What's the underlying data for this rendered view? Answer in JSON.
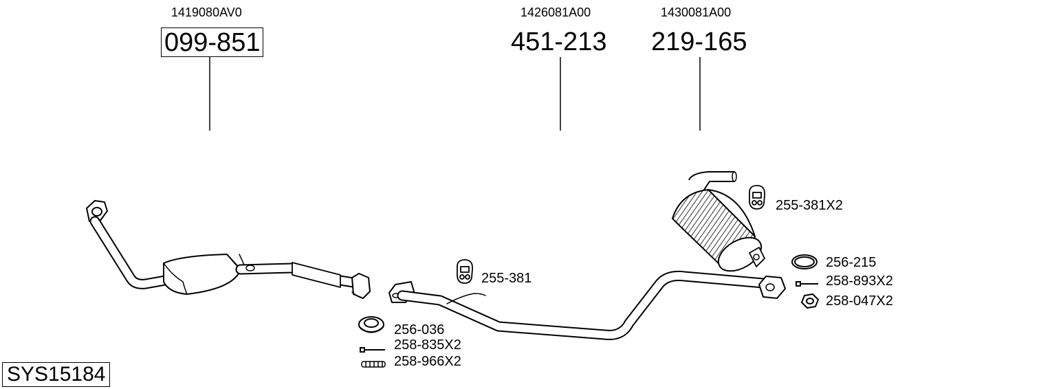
{
  "system_code": "SYS15184",
  "parts": [
    {
      "oem": "1419080AV0",
      "part_no": "099-851",
      "boxed": true
    },
    {
      "oem": "1426081A00",
      "part_no": "451-213",
      "boxed": false
    },
    {
      "oem": "1430081A00",
      "part_no": "219-165",
      "boxed": false
    }
  ],
  "accessories": {
    "hanger_middle": "255-381",
    "hanger_rear": "255-381X2",
    "gasket_front": "256-036",
    "bolt_front": "258-835X2",
    "spring_front": "258-966X2",
    "gasket_rear": "256-215",
    "bolt_rear": "258-893X2",
    "nut_rear": "258-047X2"
  }
}
